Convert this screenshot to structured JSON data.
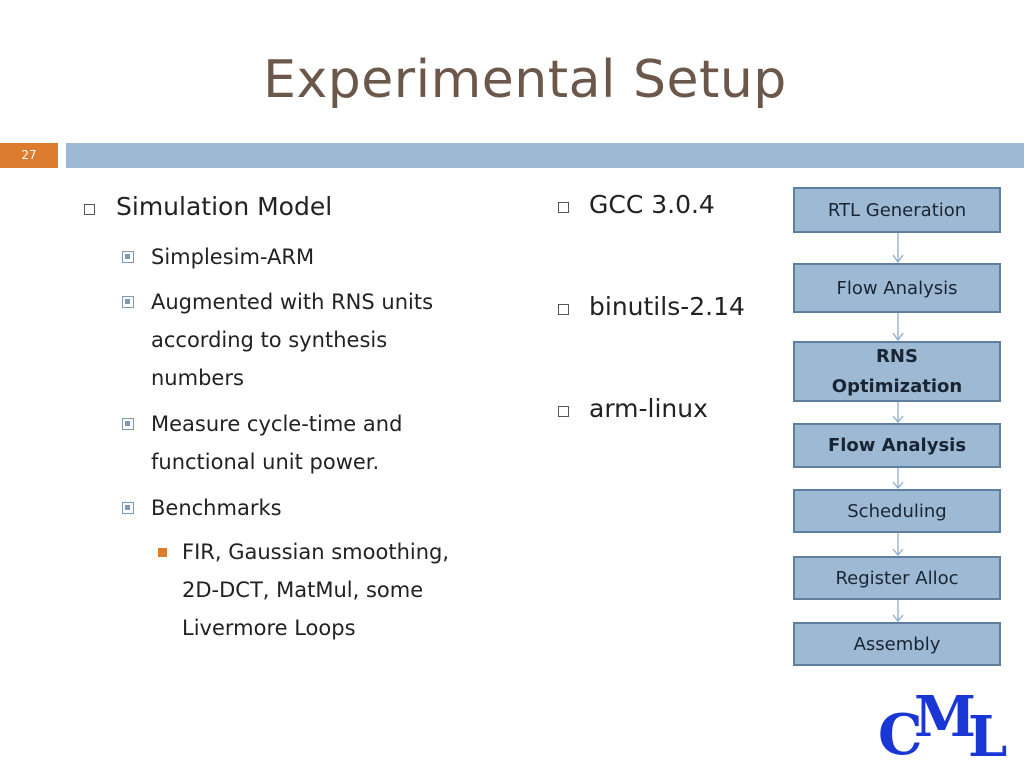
{
  "slide": {
    "title": "Experimental Setup",
    "number": "27"
  },
  "left_column": {
    "heading": "Simulation Model",
    "items": [
      {
        "lines": [
          "Simplesim-ARM"
        ]
      },
      {
        "lines": [
          "Augmented with RNS units",
          "according to synthesis",
          "numbers"
        ]
      },
      {
        "lines": [
          "Measure cycle-time and",
          "functional unit power."
        ]
      },
      {
        "lines": [
          "Benchmarks"
        ]
      }
    ],
    "subitems": {
      "lines": [
        "FIR, Gaussian smoothing,",
        "2D-DCT, MatMul, some",
        "Livermore Loops"
      ]
    }
  },
  "middle_column": {
    "items": [
      "GCC 3.0.4",
      "binutils-2.14",
      "arm-linux"
    ]
  },
  "flow": {
    "steps": [
      {
        "label": "RTL Generation"
      },
      {
        "label": "Flow Analysis"
      },
      {
        "label": "RNS Optimization"
      },
      {
        "label": "Flow Analysis"
      },
      {
        "label": "Scheduling"
      },
      {
        "label": "Register Alloc"
      },
      {
        "label": "Assembly"
      }
    ]
  },
  "logo": {
    "letters": [
      "C",
      "M",
      "L"
    ],
    "color": "#1a37d6"
  },
  "colors": {
    "accent": "#dd7b2f",
    "band": "#9eb9d4",
    "title": "#6b584b",
    "box_border": "#5e7f9e"
  }
}
